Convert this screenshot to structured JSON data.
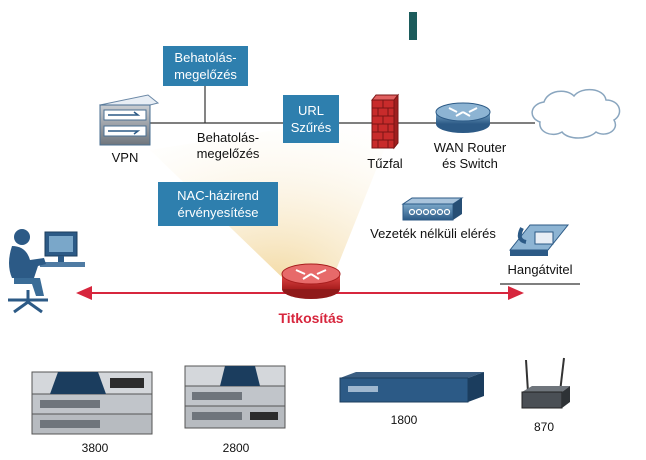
{
  "labels": {
    "ips_box": "Behatolás-\nmegelőzés",
    "url_box": "URL\nSzűrés",
    "nac_box": "NAC-házirend\nérvényesítése",
    "vpn": "VPN",
    "ips_text": "Behatolás-\nmegelőzés",
    "firewall": "Tűzfal",
    "wan": "WAN Router\nés Switch",
    "wireless": "Vezeték nélküli elérés",
    "voice": "Hangátvitel",
    "encryption": "Titkosítás"
  },
  "models": [
    "3800",
    "2800",
    "1800",
    "870"
  ],
  "colors": {
    "box_blue": "#2e7fae",
    "arrow_red": "#d7263d",
    "cone": "#f5dfb0",
    "accent_teal": "#1c5c5c"
  }
}
